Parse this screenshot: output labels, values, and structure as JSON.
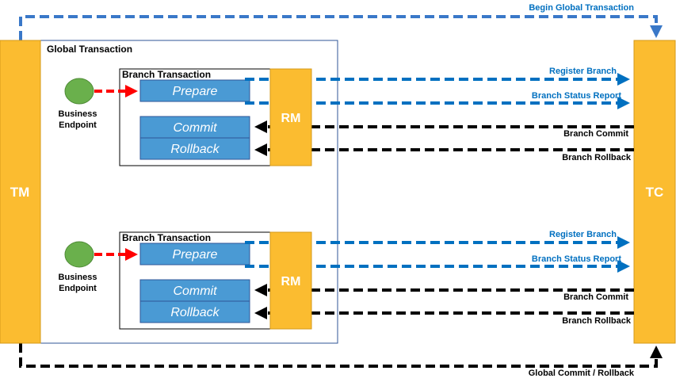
{
  "colors": {
    "orange": "#FBBC30",
    "blue_box": "#4A9AD4",
    "blue_line": "#0070C0",
    "black": "#000000",
    "red": "#FF0000",
    "green": "#6AB04C"
  },
  "tm": "TM",
  "tc": "TC",
  "global_title": "Global Transaction",
  "begin": "Begin Global Transaction",
  "end": "Global Commit / Rollback",
  "branches": [
    {
      "title": "Branch Transaction",
      "endpoint1": "Business",
      "endpoint2": "Endpoint",
      "prepare": "Prepare",
      "commit": "Commit",
      "rollback": "Rollback",
      "rm": "RM",
      "register": "Register Branch",
      "report": "Branch Status Report",
      "bcommit": "Branch Commit",
      "brollback": "Branch Rollback"
    },
    {
      "title": "Branch Transaction",
      "endpoint1": "Business",
      "endpoint2": "Endpoint",
      "prepare": "Prepare",
      "commit": "Commit",
      "rollback": "Rollback",
      "rm": "RM",
      "register": "Register Branch",
      "report": "Branch Status Report",
      "bcommit": "Branch Commit",
      "brollback": "Branch Rollback"
    }
  ]
}
